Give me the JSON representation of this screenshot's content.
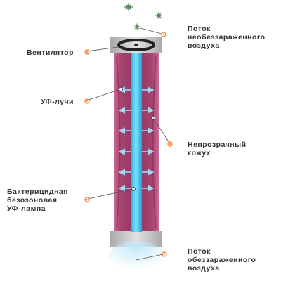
{
  "colors": {
    "housing": "#a8436f",
    "housing_dark": "#7e2e52",
    "lamp": "#2fc6f2",
    "cap": "#c9c9c9",
    "marker": "#ff8a3d",
    "leader": "#555555",
    "arrow": "#9fd9f4",
    "particle": "#4a7a4a"
  },
  "labels": {
    "fan": "Вентилятор",
    "uv_rays": "УФ-лучи",
    "lamp": [
      "Бактерицидная",
      "безозоновая",
      "УФ-лампа"
    ],
    "air_in": [
      "Поток",
      "необеззараженного",
      "воздуха"
    ],
    "housing": [
      "Непрозрачный",
      "кожух"
    ],
    "air_out": [
      "Поток",
      "обеззараженного",
      "воздуха"
    ]
  }
}
